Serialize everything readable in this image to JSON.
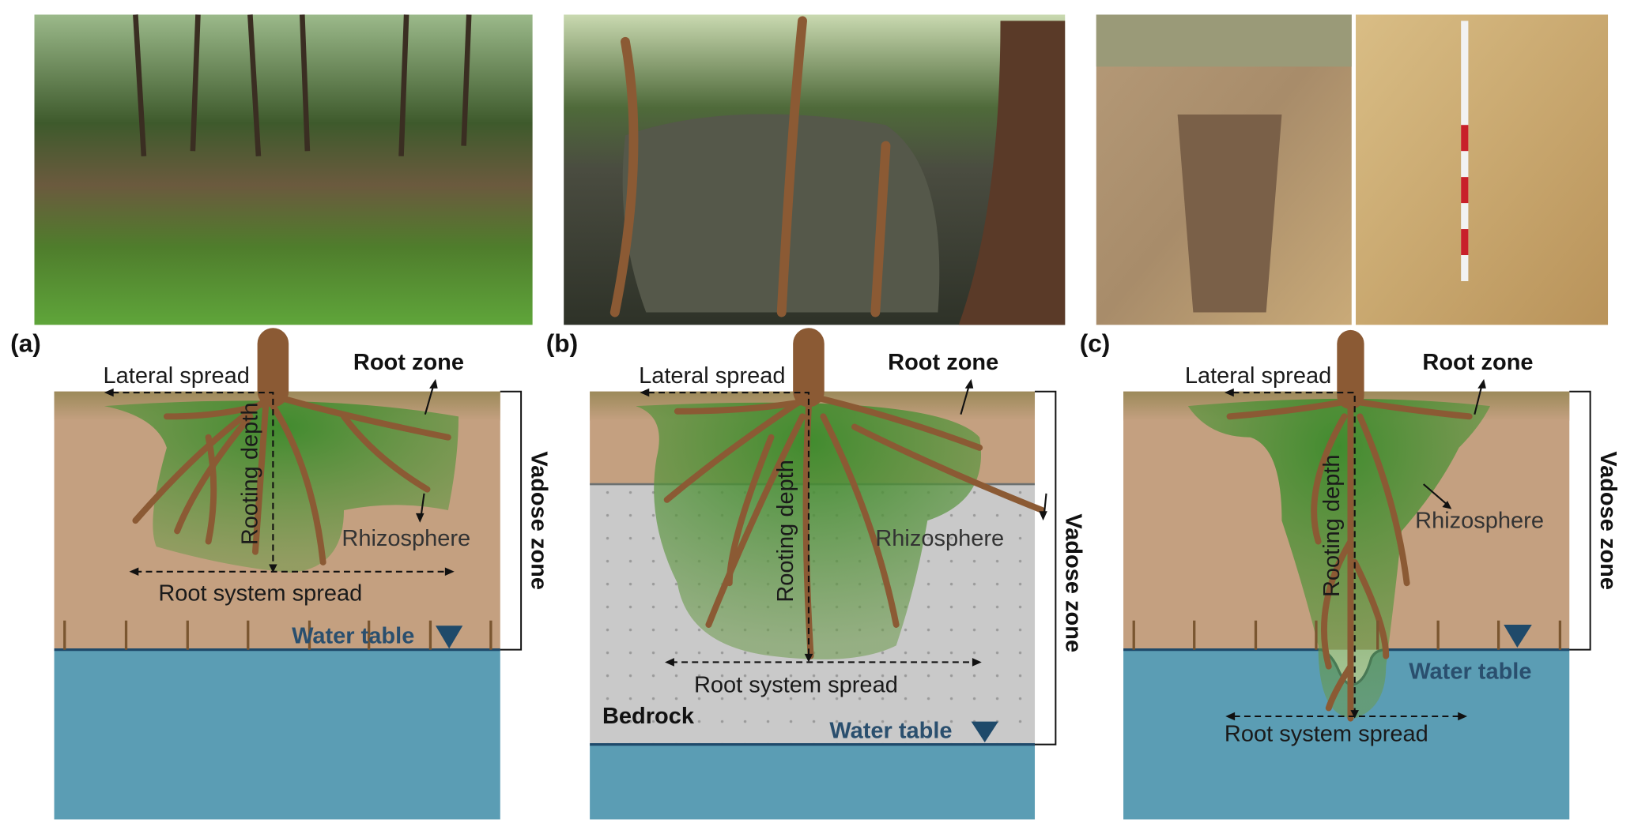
{
  "panels": [
    {
      "id": "(a)",
      "lateral_spread": "Lateral spread",
      "root_zone": "Root zone",
      "rooting_depth": "Rooting depth",
      "rhizosphere": "Rhizosphere",
      "root_system_spread": "Root system spread",
      "water_table": "Water table",
      "vadose_zone": "Vadose zone"
    },
    {
      "id": "(b)",
      "lateral_spread": "Lateral spread",
      "root_zone": "Root zone",
      "rooting_depth": "Rooting depth",
      "rhizosphere": "Rhizosphere",
      "root_system_spread": "Root system spread",
      "water_table": "Water table",
      "vadose_zone": "Vadose zone",
      "bedrock": "Bedrock"
    },
    {
      "id": "(c)",
      "lateral_spread": "Lateral spread",
      "root_zone": "Root zone",
      "rooting_depth": "Rooting depth",
      "rhizosphere": "Rhizosphere",
      "root_system_spread": "Root system spread",
      "water_table": "Water table",
      "vadose_zone": "Vadose zone"
    }
  ],
  "colors": {
    "soil": "#c4a080",
    "water": "#5b9db4",
    "water_line": "#1f4a6a",
    "root": "#8b5a34",
    "rhizosphere": "#3f8a2e",
    "bedrock": "#c9c9c9",
    "label_blue": "#2a4f6e"
  }
}
